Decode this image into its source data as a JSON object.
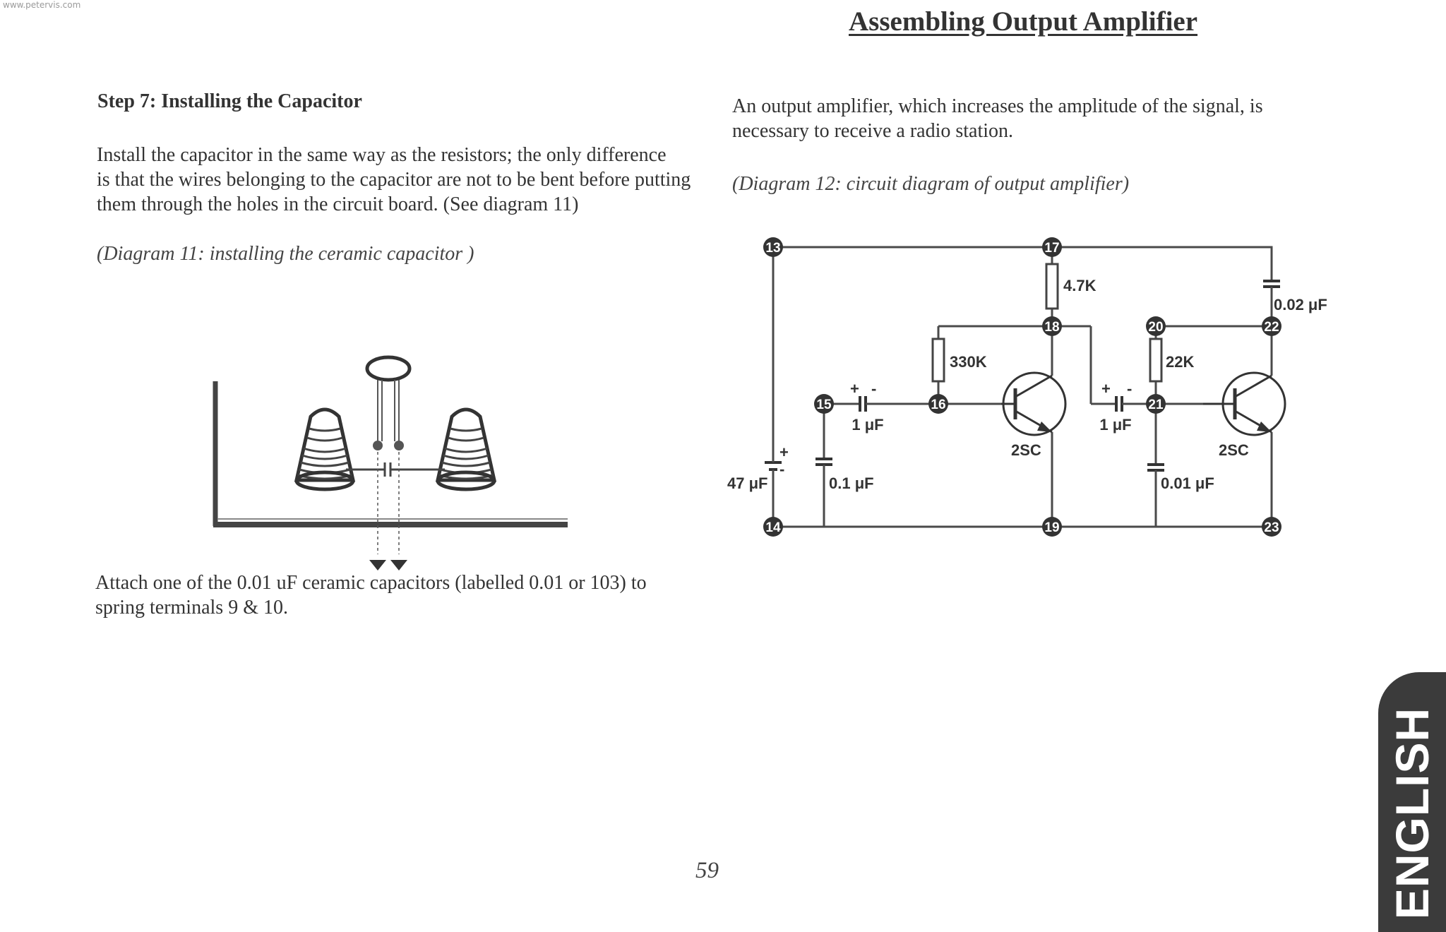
{
  "watermark": "www.petervis.com",
  "page_title": "Assembling Output Amplifier",
  "left": {
    "step_heading": "Step 7: Installing the Capacitor",
    "instructions_line1": "Install the capacitor in the same way as the resistors; the only difference",
    "instructions_line2": "is that the wires belonging to the capacitor are not to be bent before putting",
    "instructions_line3": "them through the holes in the circuit board. (See diagram 11)",
    "diagram_caption": "(Diagram 11: installing the ceramic capacitor )",
    "attach_line1": "Attach one of the 0.01 uF ceramic capacitors (labelled  0.01 or 103) to",
    "attach_line2": "spring terminals 9 & 10."
  },
  "right": {
    "intro_line1": "An output amplifier, which increases the amplitude of the signal, is",
    "intro_line2": "necessary to receive a radio station.",
    "diagram_caption": "(Diagram 12: circuit diagram of output amplifier)"
  },
  "circuit": {
    "nodes": [
      "13",
      "14",
      "15",
      "16",
      "17",
      "18",
      "19",
      "20",
      "21",
      "22",
      "23"
    ],
    "components": {
      "r1": "4.7K",
      "r2": "330K",
      "r3": "22K",
      "c_out": "0.02 μF",
      "c_couple1": "1 μF",
      "c_couple2": "1 μF",
      "c_bypass1": "0.1 μF",
      "c_bypass2": "0.01 μF",
      "c_supply": "47 μF",
      "q1": "2SC",
      "q2": "2SC",
      "plus": "+",
      "minus": "-"
    }
  },
  "page_number": "59",
  "side_tab": "ENGLISH"
}
